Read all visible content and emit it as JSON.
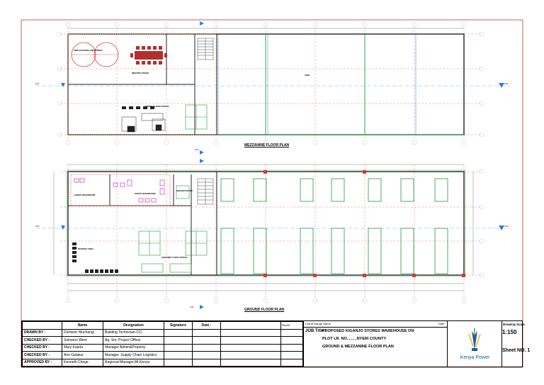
{
  "plans": {
    "mezzanine_title": "MEZZANINE FLOOR PLAN",
    "ground_title": "GROUND FLOOR PLAN"
  },
  "rooms": {
    "meeting": "MEETING ROOM",
    "upper_office": "UPPER FLOOR OFFICE",
    "void": "VOID",
    "ladies": "LADIES WASHROOM",
    "gents": "GENTS WASHROOM",
    "waiting": "WAITING AREA",
    "ground_office": "GROUND FLOOR OFFICE",
    "server": "SERVER ROOM",
    "fire": "FIRE FIGHTING EQUIPMENT"
  },
  "section_markers": {
    "s1": "S-01",
    "s2": "S-02",
    "s3": "S-03"
  },
  "signatories": {
    "headers": [
      "Name",
      "Designation",
      "Signature",
      "Date :"
    ],
    "rows": [
      {
        "role": "DRAWN BY :",
        "name": "Domenic Muchangi",
        "designation": "Building Technician-CO"
      },
      {
        "role": "CHECKED BY :",
        "name": "Solomon Were",
        "designation": "Ag. Snr. Project Officer"
      },
      {
        "role": "CHECKED BY :",
        "name": "Mary Kaarla",
        "designation": "Manager Admin&Property"
      },
      {
        "role": "CHECKED BY :",
        "name": "Ann Gatakui",
        "designation": "Manager ,Supply Chain Logistics"
      },
      {
        "role": "APPROVED BY :",
        "name": "Kenneth Chege",
        "designation": "Regional Manager,Mt.Kenya"
      }
    ]
  },
  "revision_headers": [
    "Rev/N",
    "Chk'd",
    "Change Name",
    "Date"
  ],
  "job": {
    "label": "JOB Title:",
    "line1": "PROPOSED KIGANJO STORES WAREHOUSE ON",
    "line2": "PLOT LR. NO.........NYERI COUNTY",
    "line3": "GROUND & MEZZANINE FLOOR PLAN"
  },
  "logo": {
    "text": "Kenya Power"
  },
  "scale": {
    "label": "Drawing Scale",
    "value": "1:150"
  },
  "sheet": {
    "label": "Sheet NO. 1"
  },
  "colors": {
    "wall": "#222222",
    "grid_red": "#d83a3a",
    "fixture_green": "#1f9e3a",
    "accent_blue": "#2f7fd8",
    "sanitary_magenta": "#c238c2",
    "furniture_red": "#b03030",
    "frame_red": "#c0392b"
  }
}
